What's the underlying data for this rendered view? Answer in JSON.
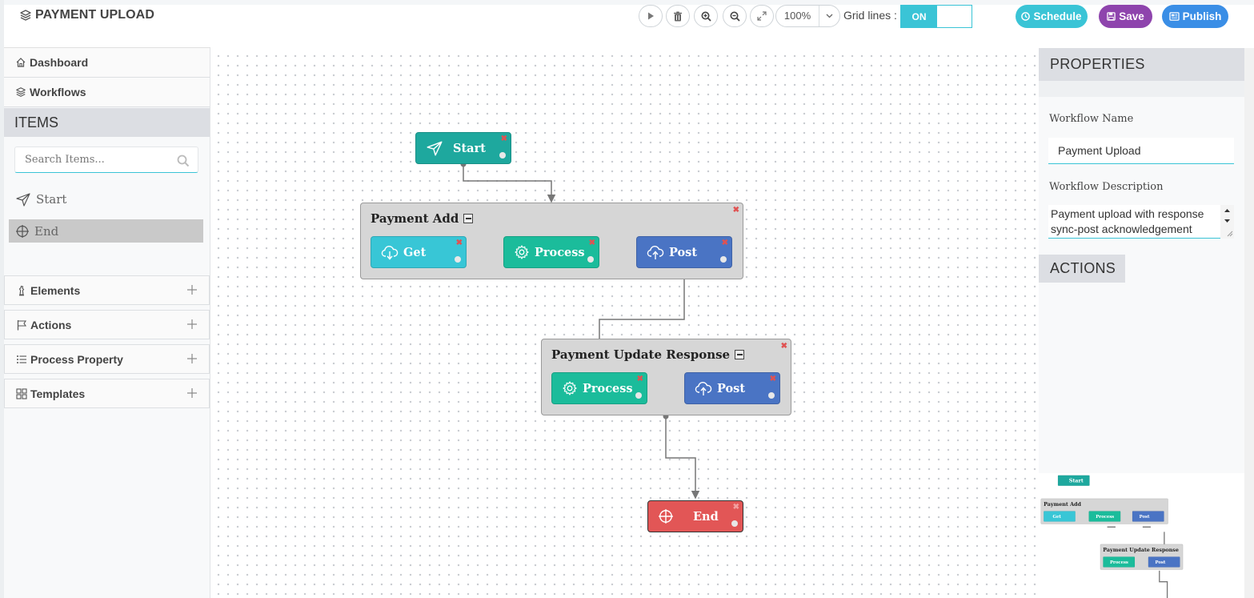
{
  "header": {
    "title": "PAYMENT UPLOAD",
    "zoom": "100%",
    "grid_label": "Grid lines :",
    "grid_toggle": "ON",
    "buttons": {
      "schedule": "Schedule",
      "save": "Save",
      "publish": "Publish"
    }
  },
  "sidebar": {
    "nav": [
      {
        "label": "Dashboard"
      },
      {
        "label": "Workflows"
      }
    ],
    "items_title": "ITEMS",
    "search_placeholder": "Search Items...",
    "tool_items": [
      {
        "label": "Start"
      },
      {
        "label": "End"
      }
    ],
    "accordions": [
      {
        "label": "Elements"
      },
      {
        "label": "Actions"
      },
      {
        "label": "Process Property"
      },
      {
        "label": "Templates"
      }
    ]
  },
  "canvas": {
    "start": "Start",
    "end": "End",
    "groups": [
      {
        "title": "Payment Add",
        "nodes": [
          {
            "label": "Get"
          },
          {
            "label": "Process"
          },
          {
            "label": "Post"
          }
        ]
      },
      {
        "title": "Payment Update Response",
        "nodes": [
          {
            "label": "Process"
          },
          {
            "label": "Post"
          }
        ]
      }
    ]
  },
  "properties": {
    "title": "PROPERTIES",
    "name_label": "Workflow Name",
    "name_value": "Payment Upload",
    "desc_label": "Workflow Description",
    "desc_value": "Payment upload with response sync-post acknowledgement",
    "actions_title": "ACTIONS"
  },
  "colors": {
    "accent": "#3ac4d6",
    "save": "#8e44ad",
    "publish": "#3a8ee6",
    "start_node": "#1ea89e",
    "get_node": "#38c6d6",
    "process_node": "#1bbc9b",
    "post_node": "#4a74c4",
    "end_node": "#e25656"
  },
  "icons": {
    "title": "layers-icon",
    "toolbar": [
      "play-icon",
      "trash-icon",
      "zoom-in-icon",
      "zoom-out-icon",
      "expand-icon",
      "chevron-down-icon"
    ],
    "nav": [
      "home-icon",
      "layers-icon"
    ],
    "tools": [
      "send-icon",
      "crosshair-icon"
    ],
    "accordions": [
      "chess-icon",
      "flag-icon",
      "list-icon",
      "grid-icon"
    ],
    "nodes": {
      "get": "cloud-download-icon",
      "process": "gear-icon",
      "post": "cloud-upload-icon"
    }
  }
}
